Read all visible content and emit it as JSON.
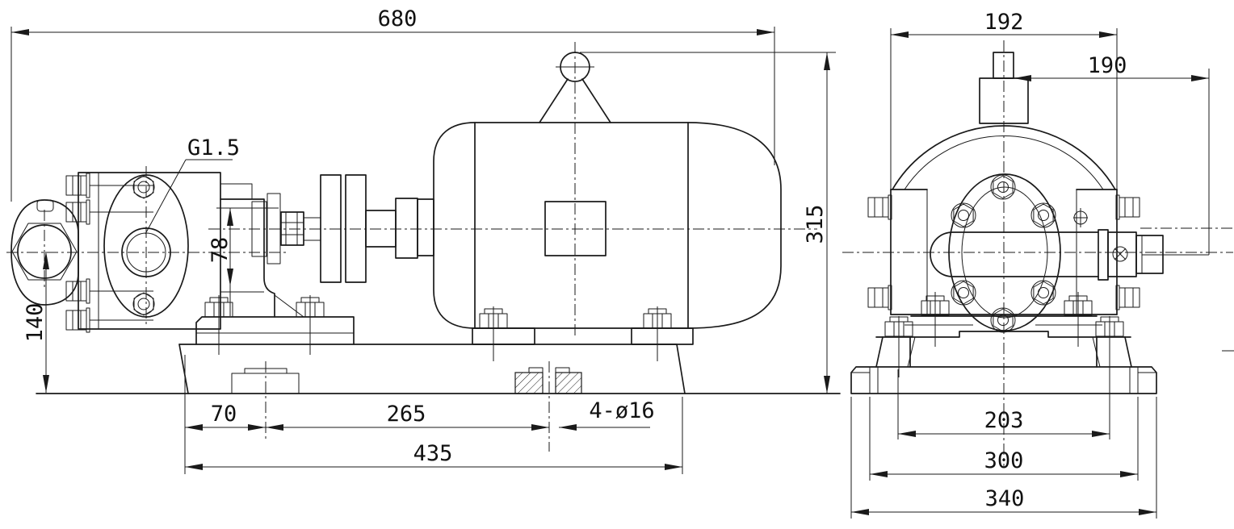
{
  "drawing": {
    "background": "#ffffff",
    "line_color": "#1a1a1a",
    "description": "gear-pump-and-motor-assembly-two-view-dimension-drawing",
    "front_view_labels": {
      "overall_length": "680",
      "port_thread": "G1.5",
      "shaft_height": "78",
      "inlet_center_height": "140",
      "overall_height": "315",
      "foot_pad_offset": "70",
      "mount_hole_spacing": "265",
      "base_length": "435",
      "mount_holes": "4-ø16"
    },
    "side_view_labels": {
      "overall_width": "192",
      "valve_extension": "190",
      "foot_spacing": "203",
      "bolt_spacing": "300",
      "base_width": "340"
    }
  }
}
